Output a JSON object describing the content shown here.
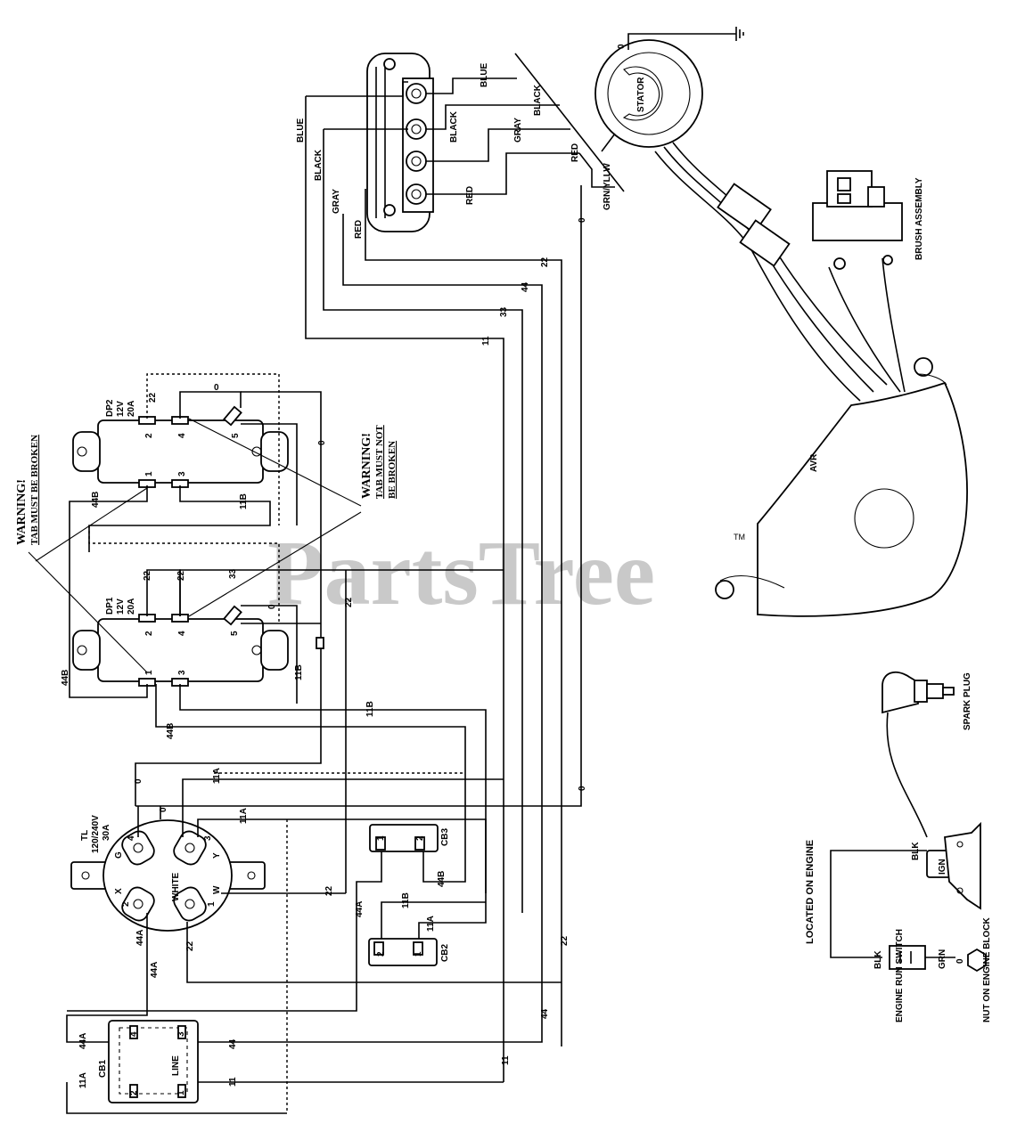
{
  "watermark": {
    "text": "PartsTree",
    "tm": "TM"
  },
  "components": {
    "stator": "STATOR",
    "brush_assembly": "BRUSH ASSEMBLY",
    "avr": "AVR",
    "dp2": {
      "name": "DP2",
      "voltage": "12V",
      "amps": "20A"
    },
    "dp1": {
      "name": "DP1",
      "voltage": "12V",
      "amps": "20A"
    },
    "tl": {
      "name": "TL",
      "voltage": "120/240V",
      "amps": "30A"
    },
    "cb1": {
      "name": "CB1",
      "line": "LINE"
    },
    "cb2": "CB2",
    "cb3": "CB3",
    "spark_plug": "SPARK PLUG",
    "ign": "IGN",
    "engine_run_switch": "ENGINE RUN SWITCH",
    "nut_on_engine_block": "NUT ON ENGINE BLOCK",
    "located_on_engine": "LOCATED ON ENGINE"
  },
  "warnings": {
    "left": {
      "title": "WARNING!",
      "text": "TAB MUST BE BROKEN"
    },
    "right": {
      "title": "WARNING!",
      "text1": "TAB MUST NOT",
      "text2": "BE BROKEN"
    }
  },
  "wire_colors": {
    "blue": "BLUE",
    "black": "BLACK",
    "gray": "GRAY",
    "red": "RED",
    "grn_yllw": "GRN/YLLW",
    "blk": "BLK",
    "grn": "GRN",
    "white": "WHITE"
  },
  "wire_numbers": {
    "n0": "0",
    "n11": "11",
    "n11a": "11A",
    "n11b": "11B",
    "n22": "22",
    "n33": "33",
    "n44": "44",
    "n44a": "44A",
    "n44b": "44B"
  },
  "pins": {
    "p0": "0",
    "p1": "1",
    "p2": "2",
    "p3": "3",
    "p4": "4",
    "p5": "5",
    "g": "G",
    "x": "X",
    "y": "Y",
    "w": "W"
  }
}
